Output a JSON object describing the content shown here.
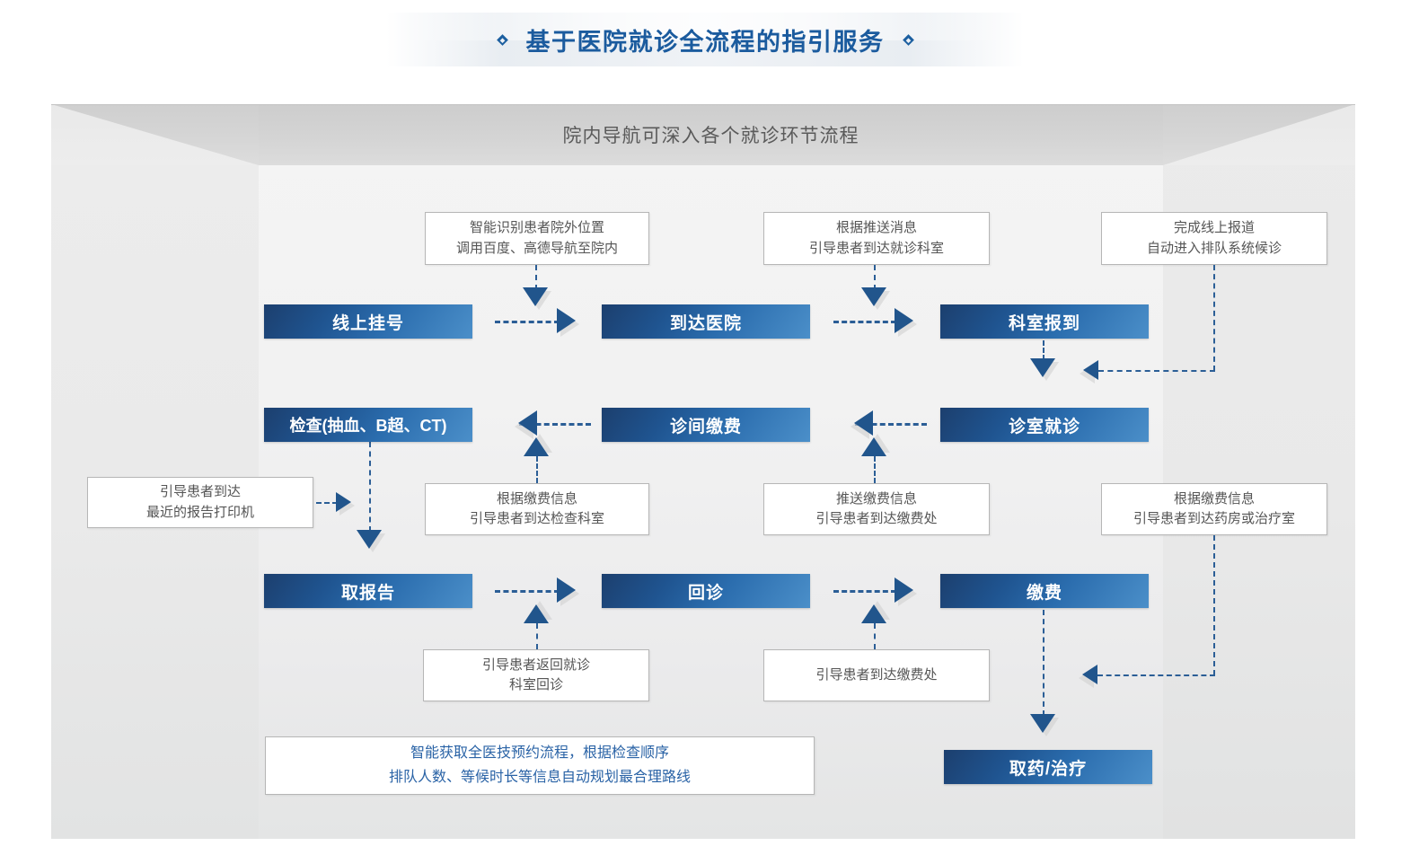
{
  "title": {
    "text": "基于医院就诊全流程的指引服务",
    "left_marker": "diamond-marker",
    "right_marker": "diamond-marker",
    "color": "#1b5b9e"
  },
  "container": {
    "header": "院内导航可深入各个就诊环节流程",
    "header_color": "#5a5a5a"
  },
  "palette": {
    "box_dark": "#1c3f6e",
    "box_light": "#4b8fc9",
    "arrow": "#21558c",
    "arrow_shadow": "#d3d3d3",
    "note_border": "#b6b6b6",
    "note_text": "#555555",
    "note_text_blue": "#2a63a6"
  },
  "process_boxes": [
    {
      "id": "online-registration",
      "label": "线上挂号",
      "row": 1,
      "col": 1
    },
    {
      "id": "arrive-hospital",
      "label": "到达医院",
      "row": 1,
      "col": 2
    },
    {
      "id": "department-checkin",
      "label": "科室报到",
      "row": 1,
      "col": 3
    },
    {
      "id": "examination",
      "label": "检查(抽血、B超、CT)",
      "row": 2,
      "col": 1
    },
    {
      "id": "in-clinic-payment",
      "label": "诊间缴费",
      "row": 2,
      "col": 2
    },
    {
      "id": "clinic-visit",
      "label": "诊室就诊",
      "row": 2,
      "col": 3
    },
    {
      "id": "get-report",
      "label": "取报告",
      "row": 3,
      "col": 1
    },
    {
      "id": "revisit",
      "label": "回诊",
      "row": 3,
      "col": 2
    },
    {
      "id": "payment",
      "label": "缴费",
      "row": 3,
      "col": 3
    },
    {
      "id": "pickup-medicine",
      "label": "取药/治疗",
      "row": 4,
      "col": 3
    }
  ],
  "notes": [
    {
      "id": "note-outside-location",
      "lines": [
        "智能识别患者院外位置",
        "调用百度、高德导航至院内"
      ],
      "style": "gray"
    },
    {
      "id": "note-push-message",
      "lines": [
        "根据推送消息",
        "引导患者到达就诊科室"
      ],
      "style": "gray"
    },
    {
      "id": "note-online-checkin",
      "lines": [
        "完成线上报道",
        "自动进入排队系统候诊"
      ],
      "style": "gray"
    },
    {
      "id": "note-nearest-printer",
      "lines": [
        "引导患者到达",
        "最近的报告打印机"
      ],
      "style": "gray"
    },
    {
      "id": "note-payment-to-exam",
      "lines": [
        "根据缴费信息",
        "引导患者到达检查科室"
      ],
      "style": "gray"
    },
    {
      "id": "note-push-payment",
      "lines": [
        "推送缴费信息",
        "引导患者到达缴费处"
      ],
      "style": "gray"
    },
    {
      "id": "note-pharmacy-route",
      "lines": [
        "根据缴费信息",
        "引导患者到达药房或治疗室"
      ],
      "style": "gray"
    },
    {
      "id": "note-return-clinic",
      "lines": [
        "引导患者返回就诊",
        "科室回诊"
      ],
      "style": "gray"
    },
    {
      "id": "note-goto-cashier",
      "lines": [
        "引导患者到达缴费处"
      ],
      "style": "gray"
    },
    {
      "id": "note-smart-routing",
      "lines": [
        "智能获取全医技预约流程，根据检查顺序",
        "排队人数、等候时长等信息自动规划最合理路线"
      ],
      "style": "blue"
    }
  ]
}
